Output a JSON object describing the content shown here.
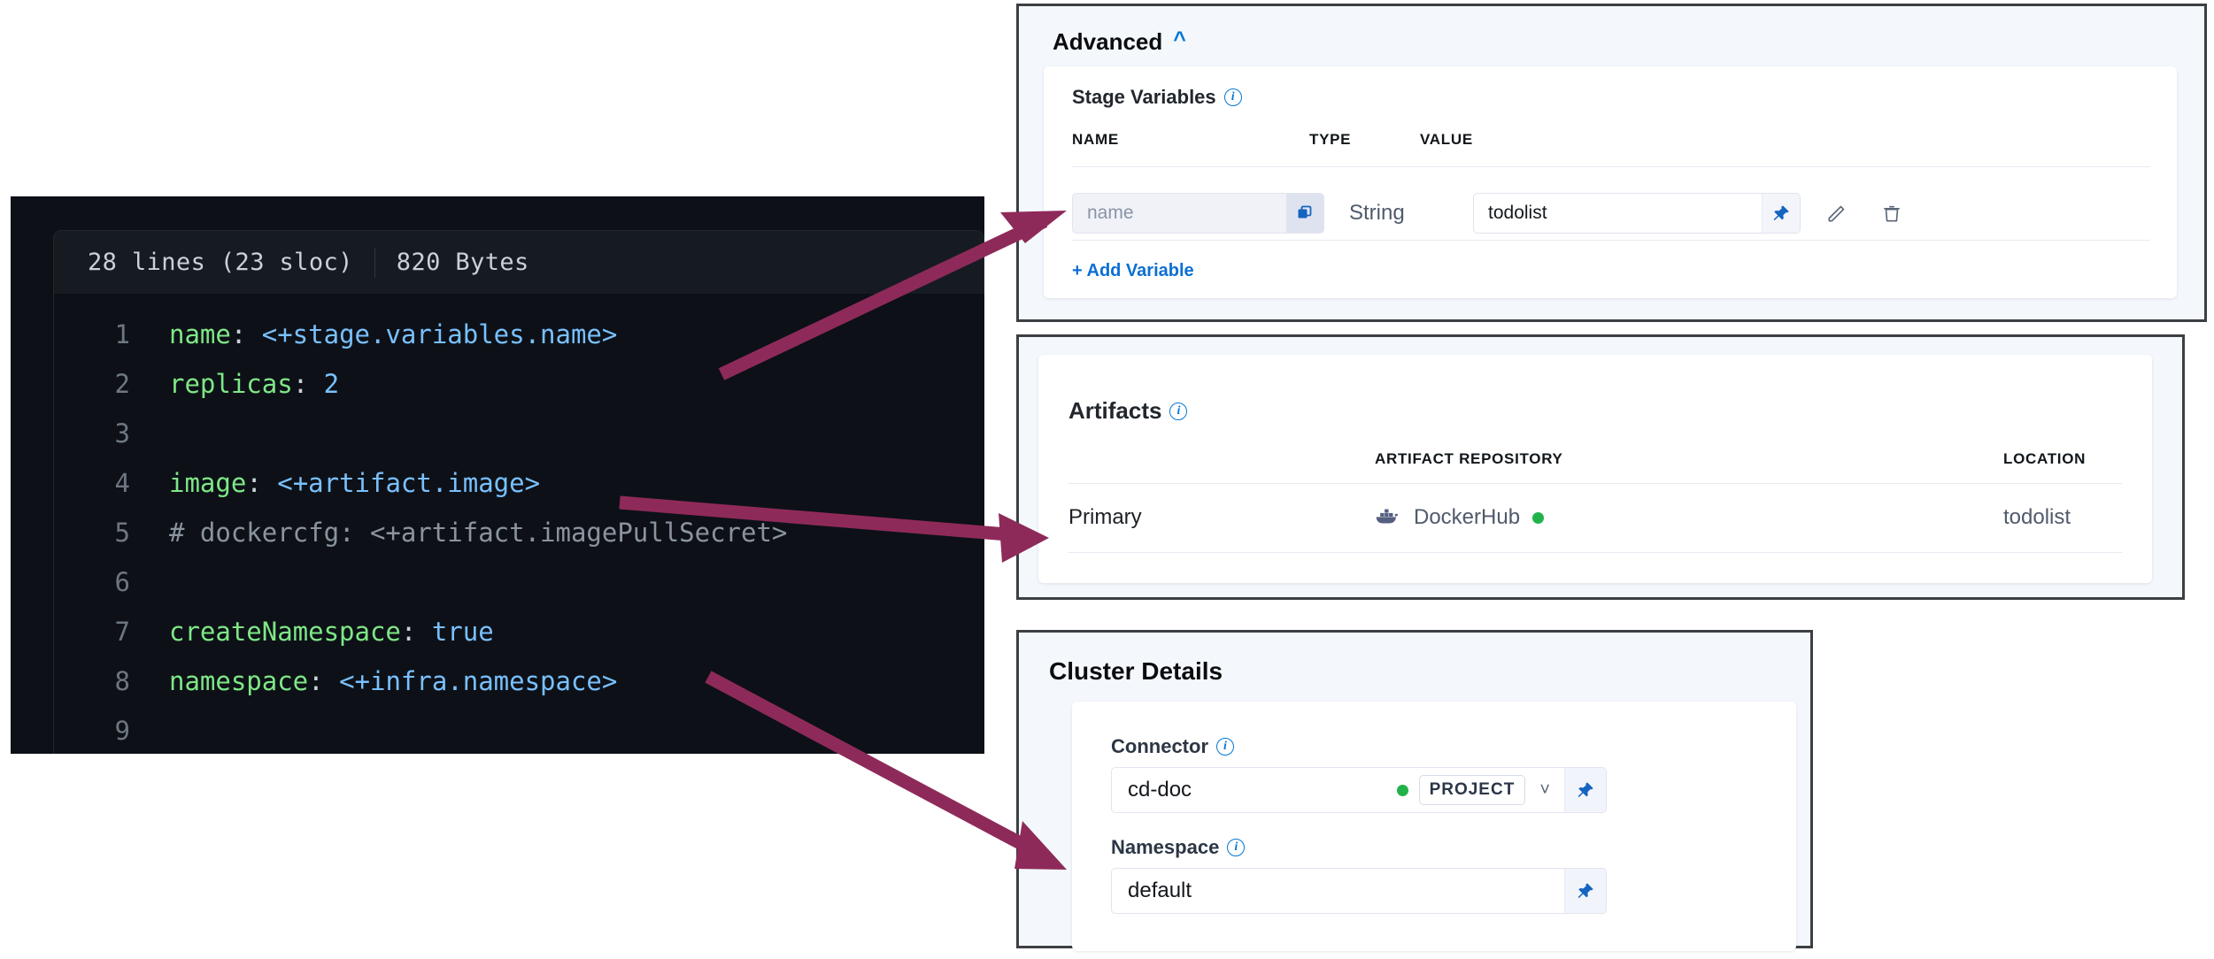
{
  "code_panel": {
    "header": {
      "lines_text": "28 lines (23 sloc)",
      "size_text": "820 Bytes"
    },
    "lines": [
      {
        "n": "1",
        "tokens": [
          {
            "t": "name",
            "c": "key"
          },
          {
            "t": ": ",
            "c": "punc"
          },
          {
            "t": "<+stage.variables.name>",
            "c": "expr"
          }
        ]
      },
      {
        "n": "2",
        "tokens": [
          {
            "t": "replicas",
            "c": "key"
          },
          {
            "t": ": ",
            "c": "punc"
          },
          {
            "t": "2",
            "c": "num"
          }
        ]
      },
      {
        "n": "3",
        "tokens": []
      },
      {
        "n": "4",
        "tokens": [
          {
            "t": "image",
            "c": "key"
          },
          {
            "t": ": ",
            "c": "punc"
          },
          {
            "t": "<+artifact.image>",
            "c": "expr"
          }
        ]
      },
      {
        "n": "5",
        "tokens": [
          {
            "t": "# dockercfg: <+artifact.imagePullSecret>",
            "c": "com"
          }
        ]
      },
      {
        "n": "6",
        "tokens": []
      },
      {
        "n": "7",
        "tokens": [
          {
            "t": "createNamespace",
            "c": "key"
          },
          {
            "t": ": ",
            "c": "punc"
          },
          {
            "t": "true",
            "c": "bool"
          }
        ]
      },
      {
        "n": "8",
        "tokens": [
          {
            "t": "namespace",
            "c": "key"
          },
          {
            "t": ": ",
            "c": "punc"
          },
          {
            "t": "<+infra.namespace>",
            "c": "expr"
          }
        ]
      },
      {
        "n": "9",
        "tokens": []
      }
    ]
  },
  "advanced_panel": {
    "title": "Advanced",
    "collapse_icon": "chevron-up-icon",
    "stage_variables": {
      "label": "Stage Variables",
      "columns": [
        "NAME",
        "TYPE",
        "VALUE"
      ],
      "rows": [
        {
          "name_placeholder": "name",
          "name_value": "",
          "type": "String",
          "value": "todolist"
        }
      ],
      "add_variable_label": "+ Add Variable"
    }
  },
  "artifacts_panel": {
    "label": "Artifacts",
    "columns": [
      "",
      "ARTIFACT REPOSITORY",
      "LOCATION"
    ],
    "rows": [
      {
        "kind": "Primary",
        "repository": "DockerHub",
        "repository_icon": "docker-whale-icon",
        "status": "connected",
        "status_color": "#21b34a",
        "location": "todolist"
      }
    ]
  },
  "cluster_panel": {
    "title": "Cluster Details",
    "fields": [
      {
        "label": "Connector",
        "value": "cd-doc",
        "scope_badge": "PROJECT",
        "status_color": "#21b34a",
        "has_caret": true,
        "pin_icon": "pin-icon"
      },
      {
        "label": "Namespace",
        "value": "default",
        "has_caret": false,
        "pin_icon": "pin-icon"
      }
    ]
  },
  "annotations": {
    "arrow_color": "#8e2a59",
    "arrows": [
      {
        "name": "arrow-to-stage-variable-name",
        "from_target": "code-line-1",
        "to_target": "stage-variable-name-input"
      },
      {
        "name": "arrow-to-artifact-primary",
        "from_target": "code-line-4",
        "to_target": "artifacts-primary-row"
      },
      {
        "name": "arrow-to-namespace-field",
        "from_target": "code-line-8",
        "to_target": "cluster-namespace-field"
      }
    ]
  }
}
